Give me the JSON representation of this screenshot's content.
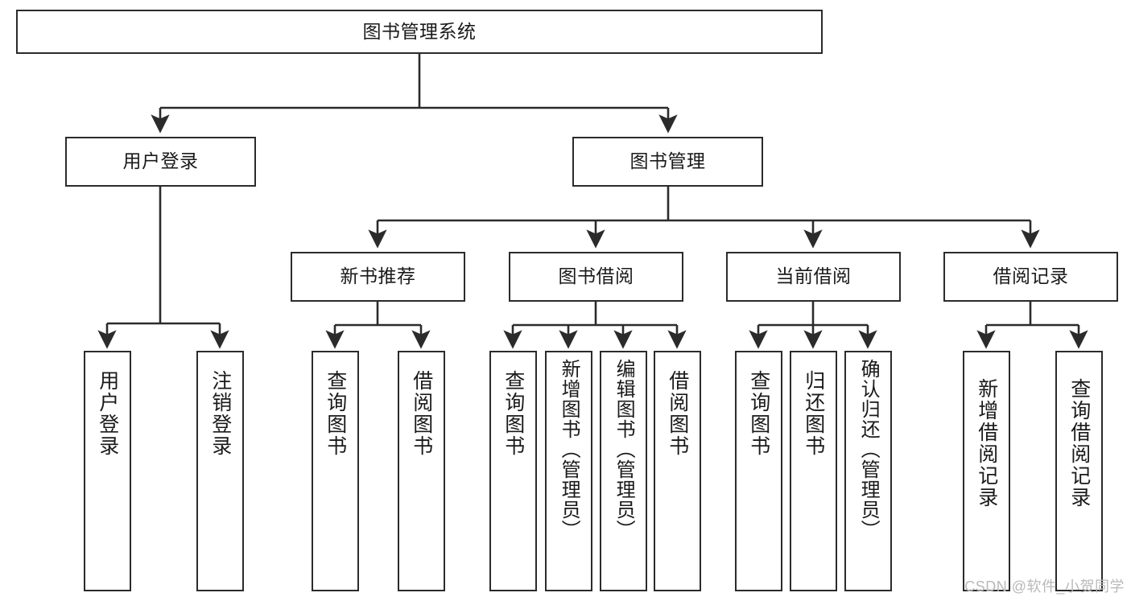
{
  "diagram": {
    "title": "图书管理系统",
    "type": "tree-hierarchy-chart",
    "line_color": "#2b2b2b",
    "box_fill": "#ffffff",
    "box_border": "#2b2b2b",
    "text_color": "#1a1a1a"
  },
  "nodes": {
    "root": {
      "label": "图书管理系统"
    },
    "level2": [
      {
        "label": "用户登录"
      },
      {
        "label": "图书管理"
      }
    ],
    "level3": [
      {
        "label": "新书推荐"
      },
      {
        "label": "图书借阅"
      },
      {
        "label": "当前借阅"
      },
      {
        "label": "借阅记录"
      }
    ],
    "leaves": {
      "user_login": [
        {
          "label": "用户登录"
        },
        {
          "label": "注销登录"
        }
      ],
      "new_book_recommend": [
        {
          "label": "查询图书"
        },
        {
          "label": "借阅图书"
        }
      ],
      "book_borrow": [
        {
          "label": "查询图书"
        },
        {
          "label": "新增图书（管理员）"
        },
        {
          "label": "编辑图书（管理员）"
        },
        {
          "label": "借阅图书"
        }
      ],
      "current_borrow": [
        {
          "label": "查询图书"
        },
        {
          "label": "归还图书"
        },
        {
          "label": "确认归还（管理员）"
        }
      ],
      "borrow_record": [
        {
          "label": "新增借阅记录"
        },
        {
          "label": "查询借阅记录"
        }
      ]
    }
  },
  "watermark": {
    "text": "CSDN @软件_小贺同学"
  }
}
